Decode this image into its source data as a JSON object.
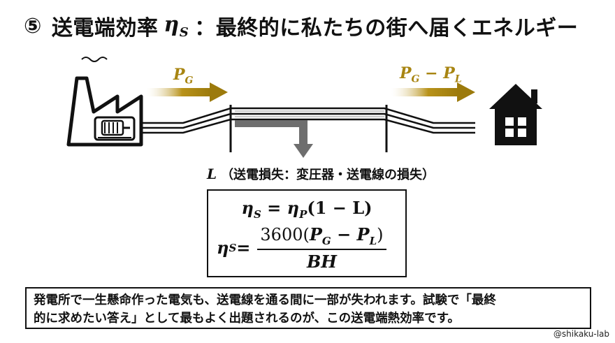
{
  "title": {
    "number": "⑤",
    "prefix": "送電端効率",
    "eta_symbol": "η",
    "eta_subscript": "S",
    "suffix": "：最終的に私たちの街へ届くエネルギー"
  },
  "diagram": {
    "input_power": {
      "symbol": "P",
      "subscript": "G"
    },
    "output_power": {
      "symbol": "P",
      "subscript1": "G",
      "minus": " − ",
      "symbol2": "P",
      "subscript2": "L"
    },
    "loss_label": {
      "symbol": "L",
      "text": "（送電損失：変圧器・送電線の損失）"
    },
    "icons": [
      "factory-icon",
      "generator-icon",
      "house-icon"
    ],
    "colors": {
      "arrow_gold": "#a88512",
      "ink": "#111111"
    }
  },
  "formula": {
    "line1": {
      "lhs": "η",
      "lhs_sub": "S",
      "eq": " = ",
      "eta_p": "η",
      "eta_p_sub": "P",
      "rest": "(1 − L)"
    },
    "line2": {
      "lhs": "η",
      "lhs_sub": "S",
      "eq": " = ",
      "num_const": "3600",
      "num_open": "(",
      "pg": "P",
      "pg_sub": "G",
      "minus": " − ",
      "pl": "P",
      "pl_sub": "L",
      "num_close": ")",
      "denominator": "BH"
    }
  },
  "description": {
    "line1": "発電所で一生懸命作った電気も、送電線を通る間に一部が失われます。試験で「最終",
    "line2": "的に求めたい答え」として最もよく出題されるのが、この送電端熱効率です。"
  },
  "credit": "@shikaku-lab"
}
